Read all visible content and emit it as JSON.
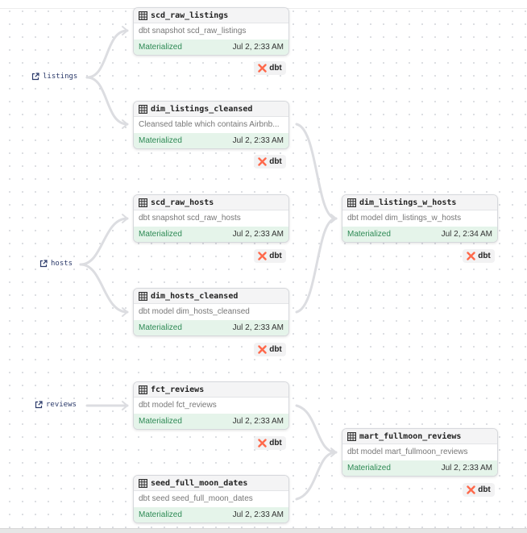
{
  "sources": [
    {
      "name": "listings",
      "icon": "external-link-icon"
    },
    {
      "name": "hosts",
      "icon": "external-link-icon"
    },
    {
      "name": "reviews",
      "icon": "external-link-icon"
    }
  ],
  "nodes": [
    {
      "title": "scd_raw_listings",
      "description": "dbt snapshot scd_raw_listings",
      "status": "Materialized",
      "time": "Jul 2, 2:33 AM",
      "badge": "dbt",
      "icon": "table-icon"
    },
    {
      "title": "dim_listings_cleansed",
      "description": "Cleansed table which contains Airbnb...",
      "status": "Materialized",
      "time": "Jul 2, 2:33 AM",
      "badge": "dbt",
      "icon": "table-icon"
    },
    {
      "title": "scd_raw_hosts",
      "description": "dbt snapshot scd_raw_hosts",
      "status": "Materialized",
      "time": "Jul 2, 2:33 AM",
      "badge": "dbt",
      "icon": "table-icon"
    },
    {
      "title": "dim_hosts_cleansed",
      "description": "dbt model dim_hosts_cleansed",
      "status": "Materialized",
      "time": "Jul 2, 2:33 AM",
      "badge": "dbt",
      "icon": "table-icon"
    },
    {
      "title": "fct_reviews",
      "description": "dbt model fct_reviews",
      "status": "Materialized",
      "time": "Jul 2, 2:33 AM",
      "badge": "dbt",
      "icon": "table-icon"
    },
    {
      "title": "seed_full_moon_dates",
      "description": "dbt seed seed_full_moon_dates",
      "status": "Materialized",
      "time": "Jul 2, 2:33 AM",
      "badge": "",
      "icon": "table-icon"
    },
    {
      "title": "dim_listings_w_hosts",
      "description": "dbt model dim_listings_w_hosts",
      "status": "Materialized",
      "time": "Jul 2, 2:34 AM",
      "badge": "dbt",
      "icon": "table-icon"
    },
    {
      "title": "mart_fullmoon_reviews",
      "description": "dbt model mart_fullmoon_reviews",
      "status": "Materialized",
      "time": "Jul 2, 2:33 AM",
      "badge": "dbt",
      "icon": "table-icon"
    }
  ],
  "colors": {
    "materialized_bg": "#e5f4ea",
    "materialized_text": "#2e8a55",
    "dbt_logo": "#ff694b",
    "edge": "#dcdde1"
  }
}
